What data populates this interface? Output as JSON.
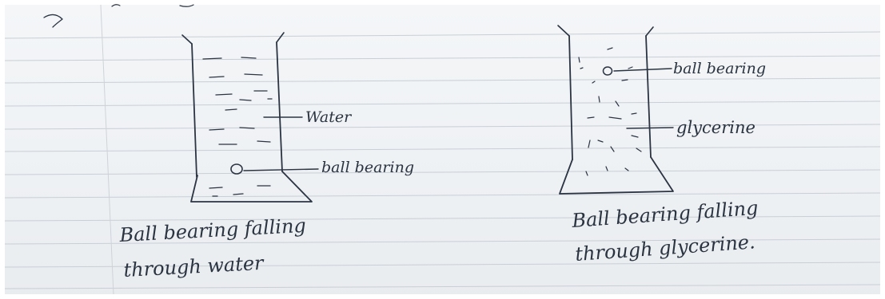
{
  "left_diagram": {
    "label_liquid": "Water",
    "label_ball": "ball bearing",
    "caption_line1": "Ball bearing falling",
    "caption_line2": "through water"
  },
  "right_diagram": {
    "label_ball": "ball bearing",
    "label_liquid": "glycerine",
    "caption_line1": "Ball bearing falling",
    "caption_line2": "through glycerine."
  }
}
